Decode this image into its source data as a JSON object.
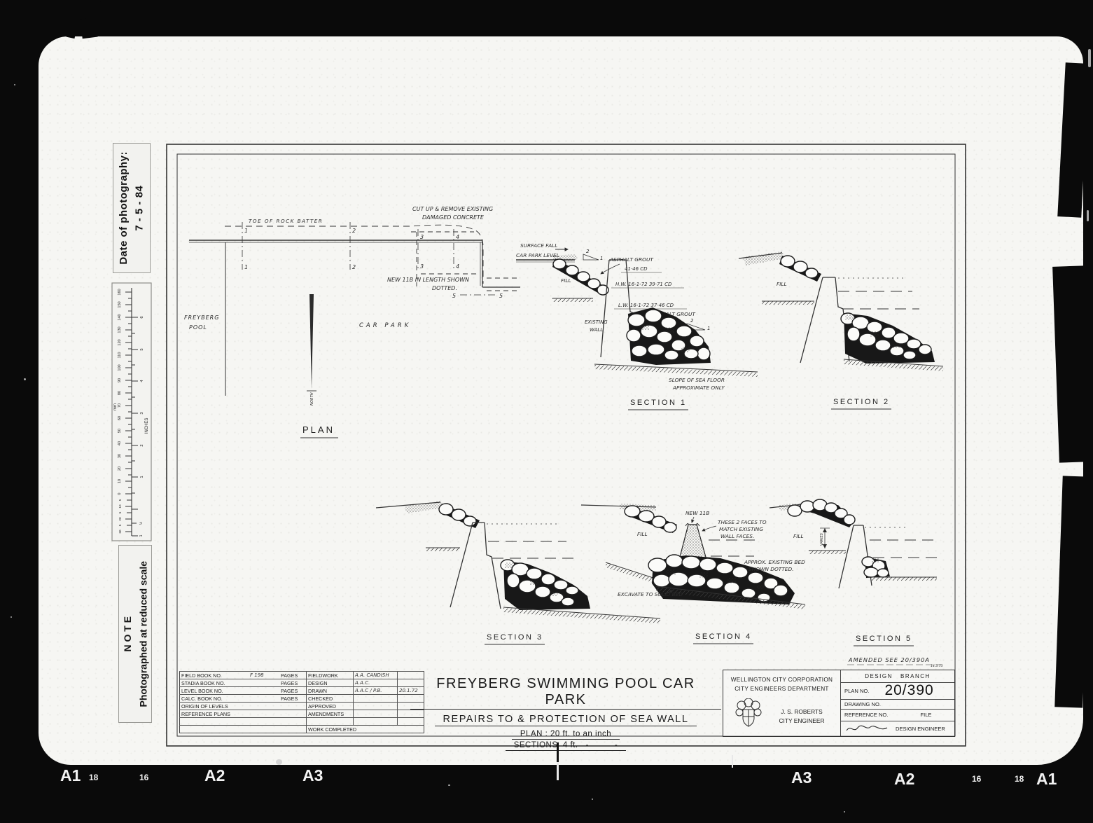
{
  "photo": {
    "date_strip": {
      "label": "Date of photography:",
      "value": "7 - 5 - 84"
    },
    "note_strip": {
      "title": "N O T E",
      "text": "Photographed at reduced scale"
    },
    "ruler": {
      "mm_label": "mm",
      "inches_label": "INCHES",
      "mm_major": [
        "160",
        "150",
        "140",
        "130",
        "120",
        "110",
        "100",
        "90",
        "80",
        "70",
        "60",
        "50",
        "40",
        "30",
        "20",
        "10",
        "0"
      ],
      "mm_below": [
        "5",
        "10",
        "5",
        "20",
        "5",
        "30"
      ],
      "inch_major": [
        "6",
        "5",
        "4",
        "3",
        "2",
        "1"
      ],
      "inch_below": [
        "½",
        "1"
      ]
    },
    "edge_marks": {
      "left": [
        "A1",
        "18",
        "16",
        "A2",
        "A3"
      ],
      "right": [
        "A3",
        "A2",
        "16",
        "18",
        "A1"
      ]
    }
  },
  "plan": {
    "title": "PLAN",
    "toe_label": "TOE  OF  ROCK  BATTER",
    "cutup_line1": "CUT UP & REMOVE EXISTING",
    "cutup_line2": "DAMAGED  CONCRETE",
    "new_line1": "NEW 11B IN LENGTH SHOWN",
    "new_line2": "DOTTED.",
    "freyberg": "FREYBERG",
    "pool": "POOL",
    "car_park": "CAR  PARK",
    "north": "NORTH",
    "m1": "1",
    "m2": "2",
    "m3": "3",
    "m4": "4",
    "m5": "5"
  },
  "sections": {
    "s1": {
      "title": "SECTION  1",
      "surface_fall": "SURFACE FALL",
      "car_park_level": "CAR  PARK  LEVEL",
      "asphalt_grout": "ASPHALT  GROUT",
      "fill": "FILL",
      "existing_line1": "EXISTING",
      "existing_line2": "WALL",
      "cd_top": "41·46  CD",
      "hw": "H.W.  16-1-72    39·71 CD",
      "lw": "L.W.  16-1-72    37·46 CD",
      "slope_line1": "SLOPE OF SEA FLOOR",
      "slope_line2": "APPROXIMATE ONLY",
      "ratio_2": "2",
      "ratio_1": "1"
    },
    "s2": {
      "title": "SECTION  2",
      "fill": "FILL"
    },
    "s3": {
      "title": "SECTION  3"
    },
    "s4": {
      "title": "SECTION  4",
      "new_label": "NEW 11B",
      "fill": "FILL",
      "faces_line1": "THESE 2 FACES TO",
      "faces_line2": "MATCH EXISTING",
      "faces_line3": "WALL FACES.",
      "bed_line1": "APPROX. EXISTING BED",
      "bed_line2": "SHOWN  DOTTED.",
      "excavate": "EXCAVATE TO SOLID BED"
    },
    "s5": {
      "title": "SECTION  5",
      "fill": "FILL",
      "varies": "VARIES"
    }
  },
  "amended": {
    "text": "AMENDED  SEE  20/390A",
    "date": "14.3.73"
  },
  "titleblock": {
    "table": {
      "rows": [
        {
          "label": "FIELD BOOK NO.",
          "value": "F 198",
          "pages": "PAGES",
          "r_label": "FIELDWORK",
          "r_value": "A.A. CANDISH",
          "r_extra": ""
        },
        {
          "label": "STADIA BOOK NO.",
          "value": "",
          "pages": "PAGES",
          "r_label": "DESIGN",
          "r_value": "A.A.C.",
          "r_extra": ""
        },
        {
          "label": "LEVEL BOOK NO.",
          "value": "",
          "pages": "PAGES",
          "r_label": "DRAWN",
          "r_value": "A.A.C / P.B.",
          "r_extra": "20.1.72"
        },
        {
          "label": "CALC. BOOK NO.",
          "value": "",
          "pages": "PAGES",
          "r_label": "CHECKED",
          "r_value": "",
          "r_extra": ""
        },
        {
          "label": "ORIGIN OF LEVELS",
          "value": "",
          "pages": "",
          "r_label": "APPROVED",
          "r_value": "",
          "r_extra": ""
        },
        {
          "label": "REFERENCE PLANS",
          "value": "",
          "pages": "",
          "r_label": "AMENDMENTS",
          "r_value": "",
          "r_extra": ""
        }
      ],
      "work_completed": "WORK COMPLETED"
    },
    "title": "FREYBERG  SWIMMING  POOL  CAR  PARK",
    "subtitle": "REPAIRS  TO  &  PROTECTION  OF  SEA  WALL",
    "scale_plan": "PLAN : 20 ft.  to  an  inch",
    "scale_sections": "SECTIONS  4 ft.   -          -",
    "corp": {
      "line1": "WELLINGTON  CITY  CORPORATION",
      "line2": "CITY  ENGINEERS  DEPARTMENT",
      "engineer_name": "J. S. ROBERTS",
      "engineer_title": "CITY ENGINEER"
    },
    "branch": {
      "name": "DESIGN   BRANCH",
      "plan_no_label": "PLAN NO.",
      "plan_no": "20/390",
      "drawing_no_label": "DRAWING NO.",
      "reference_label": "REFERENCE NO.",
      "file_label": "FILE",
      "design_engineer": "DESIGN ENGINEER"
    }
  }
}
